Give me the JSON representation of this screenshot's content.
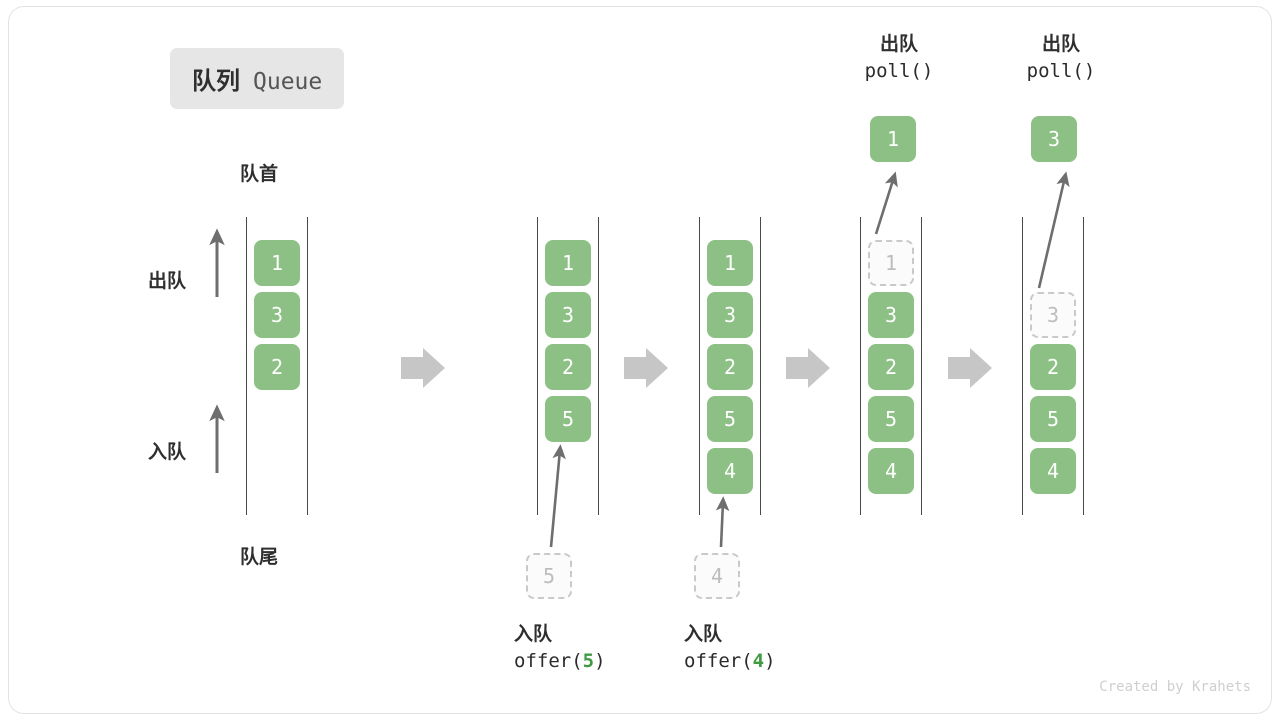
{
  "title": {
    "cn": "队列",
    "en": "Queue"
  },
  "labels": {
    "head": "队首",
    "tail": "队尾",
    "dequeue": "出队",
    "enqueue": "入队"
  },
  "colors": {
    "cell_fill": "#8cc084",
    "ghost_border": "#c9c9c9",
    "ghost_text": "#bdbdbd",
    "rail": "#4a4a4a",
    "arrow": "#6e6e6e",
    "step_arrow": "#c6c6c6",
    "badge_bg": "#e6e6e6",
    "text": "#2f2f2f",
    "accent_num": "#3f9a42"
  },
  "columns": [
    {
      "name": "initial-queue",
      "cells": [
        {
          "value": "1",
          "state": "filled"
        },
        {
          "value": "3",
          "state": "filled"
        },
        {
          "value": "2",
          "state": "filled"
        }
      ]
    },
    {
      "name": "after-offer-5",
      "cells": [
        {
          "value": "1",
          "state": "filled"
        },
        {
          "value": "3",
          "state": "filled"
        },
        {
          "value": "2",
          "state": "filled"
        },
        {
          "value": "5",
          "state": "filled"
        }
      ]
    },
    {
      "name": "after-offer-4",
      "cells": [
        {
          "value": "1",
          "state": "filled"
        },
        {
          "value": "3",
          "state": "filled"
        },
        {
          "value": "2",
          "state": "filled"
        },
        {
          "value": "5",
          "state": "filled"
        },
        {
          "value": "4",
          "state": "filled"
        }
      ]
    },
    {
      "name": "after-poll-1",
      "cells": [
        {
          "value": "1",
          "state": "ghost"
        },
        {
          "value": "3",
          "state": "filled"
        },
        {
          "value": "2",
          "state": "filled"
        },
        {
          "value": "5",
          "state": "filled"
        },
        {
          "value": "4",
          "state": "filled"
        }
      ]
    },
    {
      "name": "after-poll-3",
      "cells": [
        {
          "value": "",
          "state": "empty"
        },
        {
          "value": "3",
          "state": "ghost"
        },
        {
          "value": "2",
          "state": "filled"
        },
        {
          "value": "5",
          "state": "filled"
        },
        {
          "value": "4",
          "state": "filled"
        }
      ]
    }
  ],
  "operations": {
    "offer_5": {
      "cn": "入队",
      "code_prefix": "offer(",
      "code_value": "5",
      "code_suffix": ")",
      "incoming_value": "5"
    },
    "offer_4": {
      "cn": "入队",
      "code_prefix": "offer(",
      "code_value": "4",
      "code_suffix": ")",
      "incoming_value": "4"
    },
    "poll_1": {
      "cn": "出队",
      "code": "poll()",
      "result_value": "1"
    },
    "poll_3": {
      "cn": "出队",
      "code": "poll()",
      "result_value": "3"
    }
  },
  "credit": "Created by Krahets"
}
